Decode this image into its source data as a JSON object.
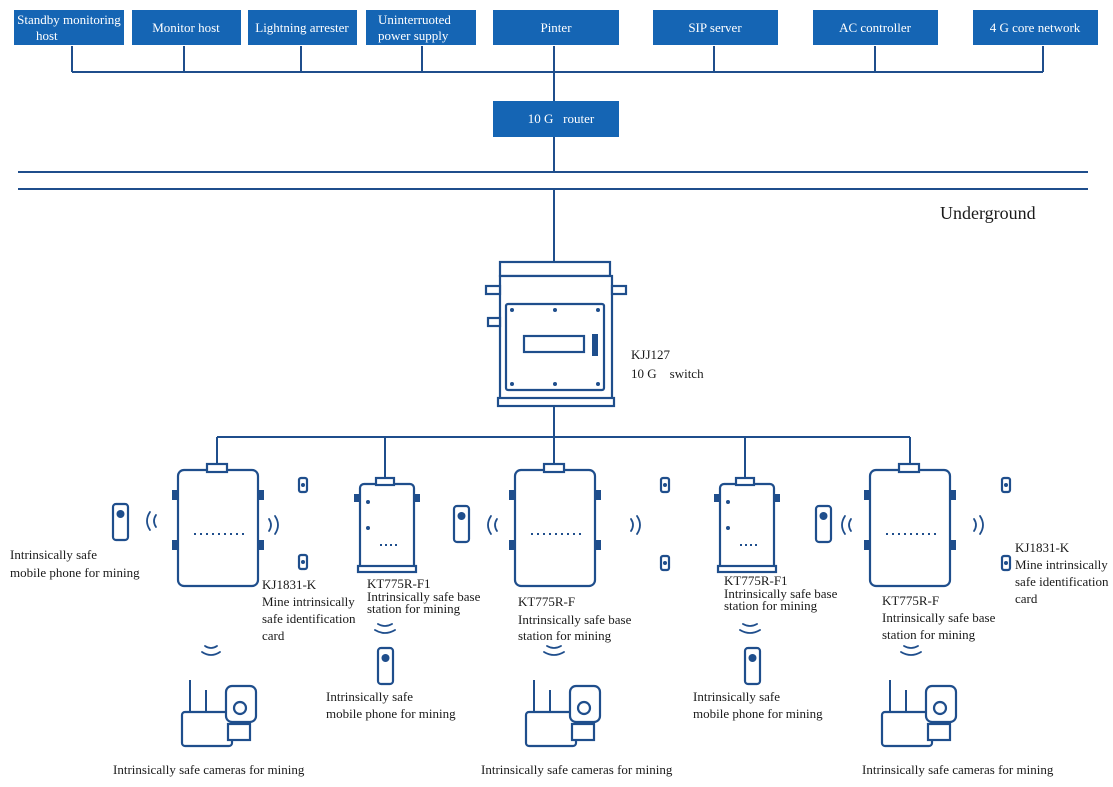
{
  "surface_boxes": [
    {
      "lines": [
        "Standby monitoring",
        "host"
      ]
    },
    {
      "lines": [
        "Monitor host"
      ]
    },
    {
      "lines": [
        "Lightning arrester"
      ]
    },
    {
      "lines": [
        "Uninterruoted",
        "power supply"
      ]
    },
    {
      "lines": [
        "Pinter"
      ]
    },
    {
      "lines": [
        "SIP server"
      ]
    },
    {
      "lines": [
        "AC controller"
      ]
    },
    {
      "lines": [
        "4 G core network"
      ]
    }
  ],
  "router": {
    "label": "10 G   router"
  },
  "underground_label": "Underground",
  "switch": {
    "model": "KJJ127",
    "name": "10 G    switch"
  },
  "base_stations": [
    {
      "model": "KT775R-F1",
      "desc": [
        "Intrinsically safe base",
        "station for mining"
      ]
    },
    {
      "model": "KT775R-F",
      "desc": [
        "Intrinsically safe base",
        "station for mining"
      ]
    },
    {
      "model": "KT775R-F1",
      "desc": [
        "Intrinsically safe base",
        "station for mining"
      ]
    },
    {
      "model": "KT775R-F",
      "desc": [
        "Intrinsically safe base",
        "station for mining"
      ]
    }
  ],
  "id_card_left": {
    "model": "KJ1831-K",
    "desc": [
      "Mine intrinsically",
      "safe identification",
      "card"
    ]
  },
  "id_card_right": {
    "model": "KJ1831-K",
    "desc": [
      "Mine intrinsically",
      "safe identification",
      "card"
    ]
  },
  "phone_left": {
    "lines": [
      "Intrinsically safe",
      "mobile phone for mining"
    ]
  },
  "phone_mid1": {
    "lines": [
      "Intrinsically safe",
      "mobile phone for mining"
    ]
  },
  "phone_mid2": {
    "lines": [
      "Intrinsically safe",
      "mobile phone for mining"
    ]
  },
  "cameras": [
    {
      "label": "Intrinsically safe cameras for mining"
    },
    {
      "label": "Intrinsically safe cameras for mining"
    },
    {
      "label": "Intrinsically safe cameras for mining"
    }
  ],
  "colors": {
    "box_fill": "#1565b4",
    "line": "#1f4e8c"
  }
}
